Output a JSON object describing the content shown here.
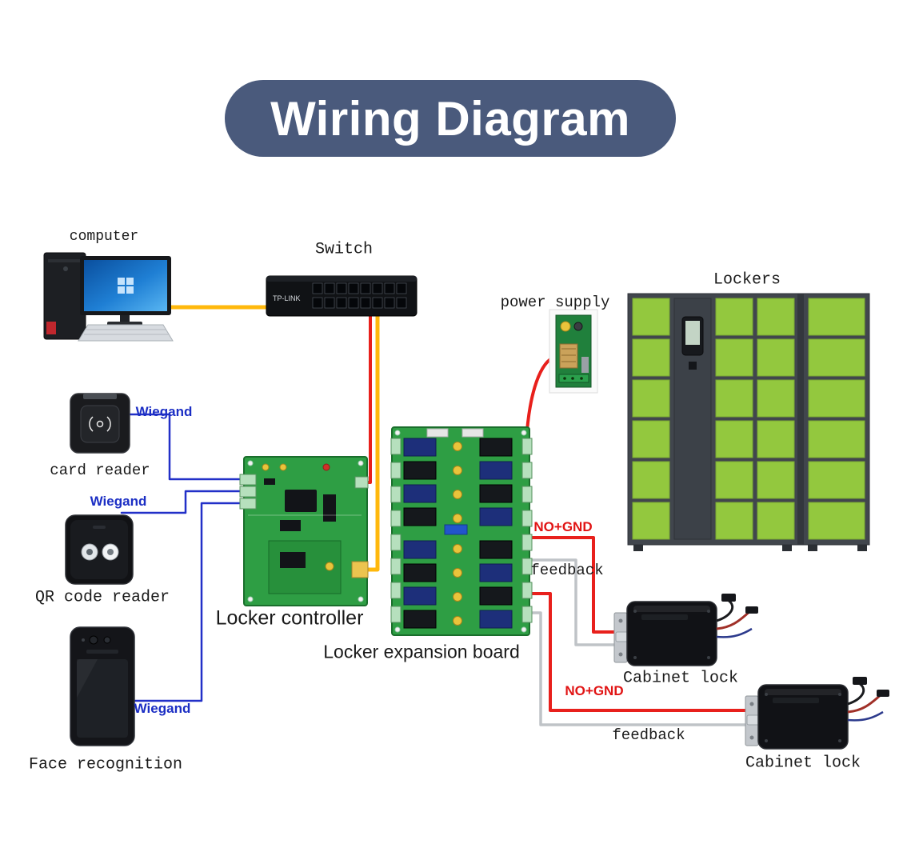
{
  "title": "Wiring Diagram",
  "colors": {
    "title_bg": "#4a5a7c",
    "wire_yellow": "#ffb80c",
    "wire_red": "#e8201c",
    "wire_blue": "#2230c8",
    "wire_gray": "#bfc3c7",
    "pcb_green": "#2e9e44",
    "locker_door_green": "#93c83e",
    "wiegand_label_blue": "#1b2ec4",
    "no_gnd_label_red": "#e11414"
  },
  "labels": {
    "computer": "computer",
    "switch": "Switch",
    "switch_brand": "TP-LINK",
    "power_supply": "power supply",
    "lockers": "Lockers",
    "card_reader": "card reader",
    "qr_code_reader": "QR code reader",
    "face_recognition": "Face recognition",
    "locker_controller": "Locker controller",
    "locker_expansion_board": "Locker expansion board",
    "cabinet_lock": "Cabinet lock",
    "wiegand": "Wiegand",
    "no_gnd": "NO+GND",
    "feedback": "feedback"
  }
}
